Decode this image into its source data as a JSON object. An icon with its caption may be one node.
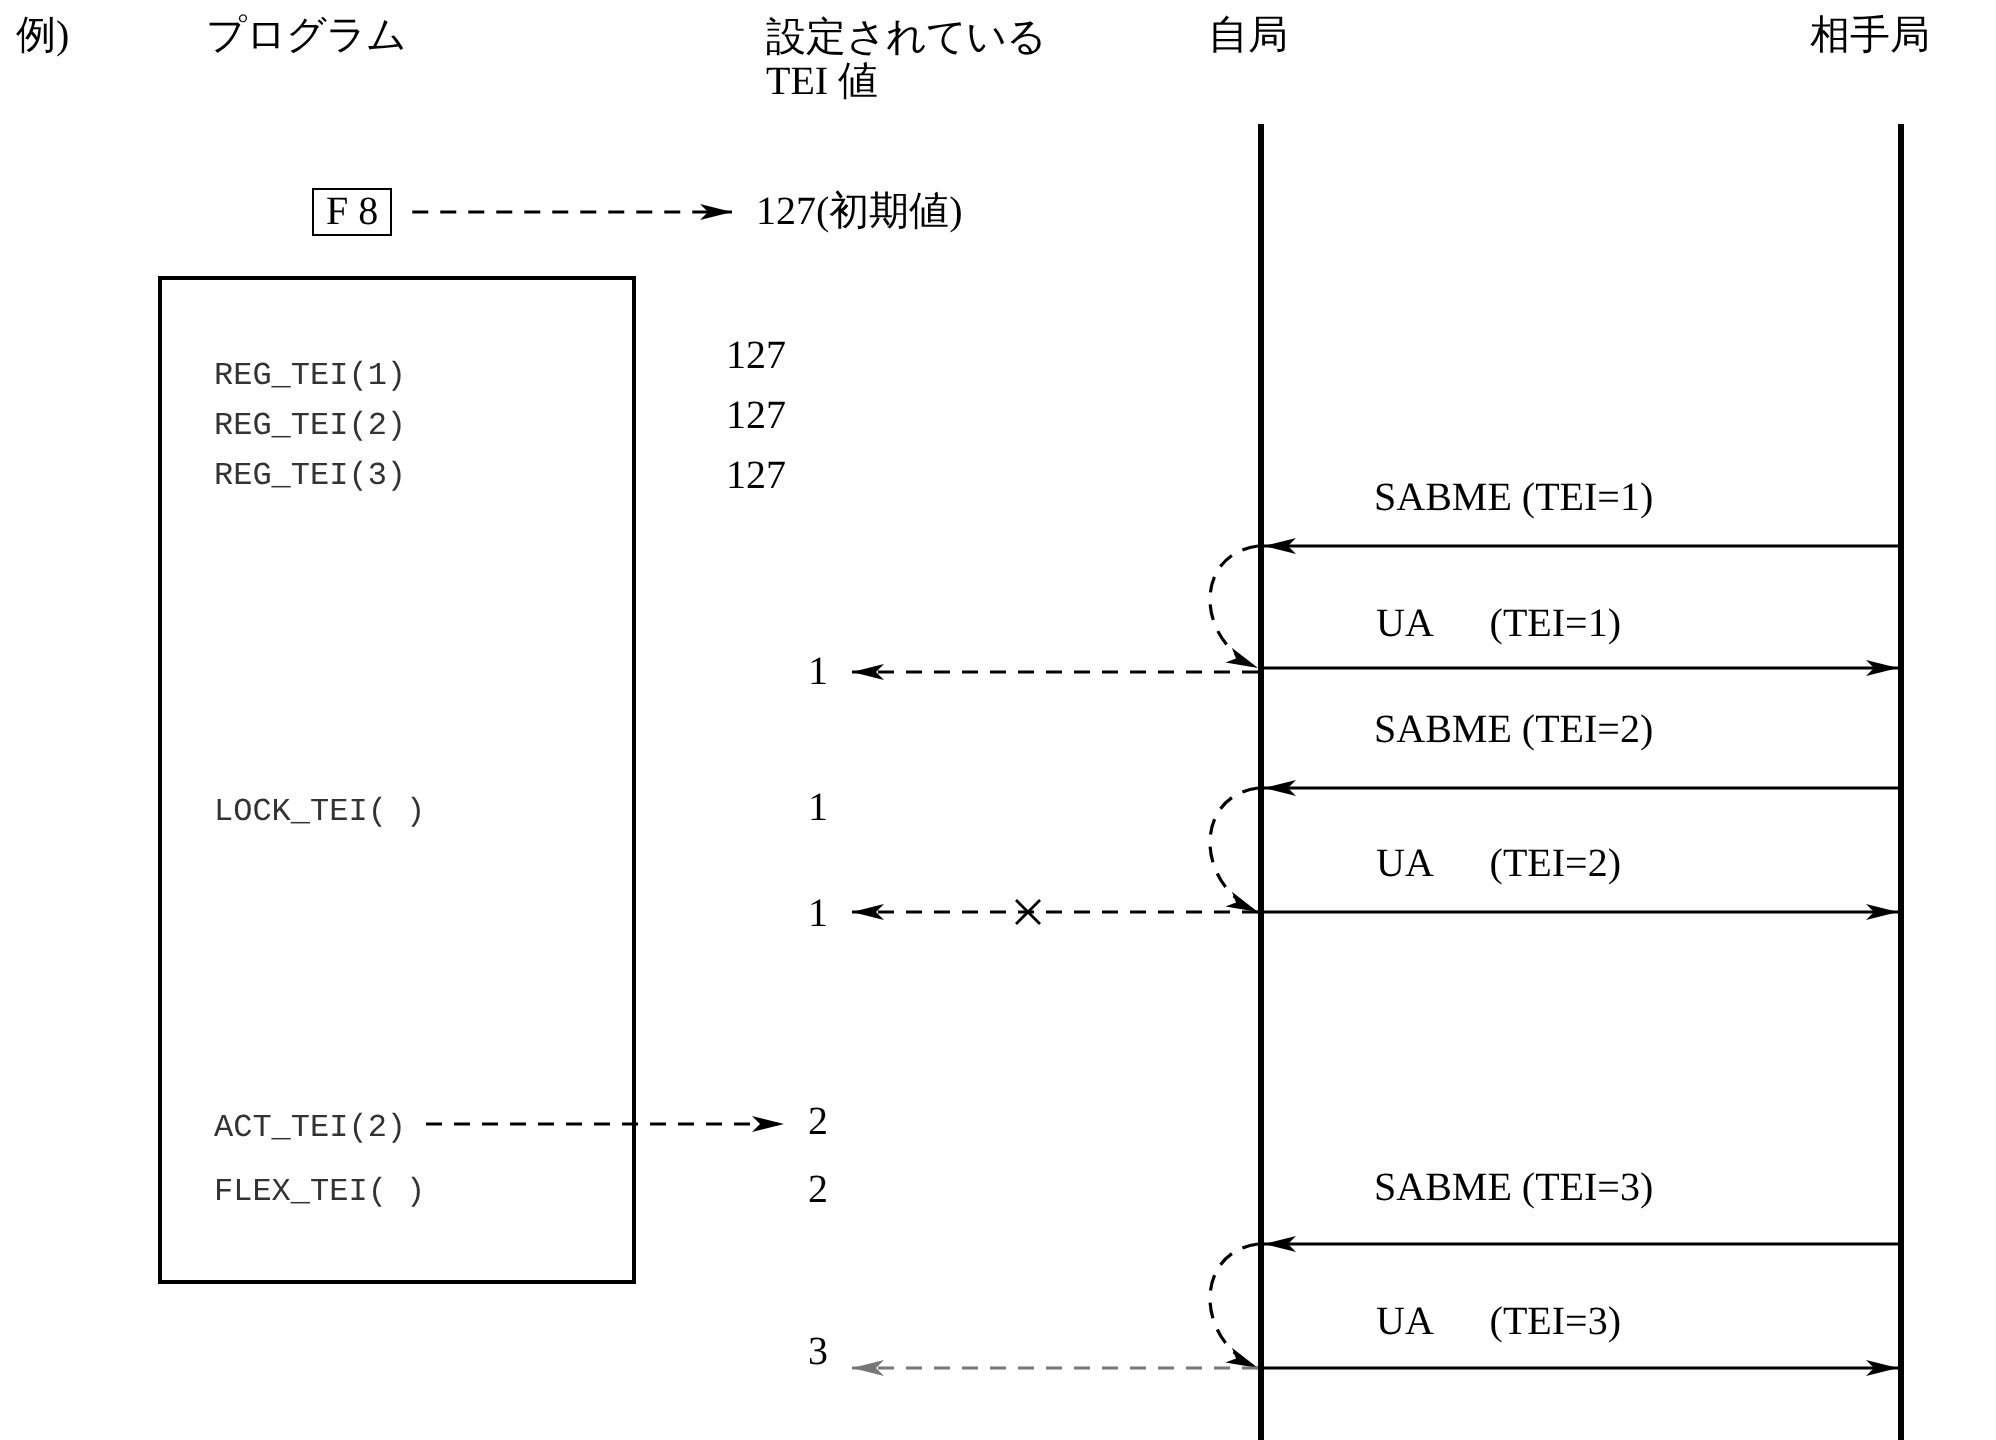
{
  "diagram": {
    "nodes": [
      {
        "text": [
          "F 8"
        ]
      },
      {
        "text": [
          "127(初期値)"
        ]
      },
      {
        "text": [],
        "shape": "bar",
        "beside": [
          "自局"
        ]
      },
      {
        "text": [],
        "shape": "bar",
        "beside": [
          "相手局"
        ]
      },
      {
        "text": [],
        "shape": "box"
      },
      {
        "text": [
          "REG_TEI(1)"
        ],
        "in": 4
      },
      {
        "text": [
          "REG_TEI(2)"
        ],
        "in": 4
      },
      {
        "text": [
          "REG_TEI(3)"
        ],
        "in": 4
      },
      {
        "text": [
          "LOCK_TEI( )"
        ],
        "in": 4
      },
      {
        "text": [
          "ACT_TEI(2)"
        ],
        "in": 4
      },
      {
        "text": [
          "FLEX_TEI( )"
        ],
        "in": 4
      },
      {
        "text": [
          "1"
        ]
      },
      {
        "text": [
          "1"
        ]
      },
      {
        "text": [
          "2"
        ]
      },
      {
        "text": [
          "3"
        ]
      }
    ],
    "edges": [
      {
        "from": 0,
        "to": 1,
        "arrow": "to",
        "style": "dashed"
      },
      {
        "from": 3,
        "to": 2,
        "arrow": "to",
        "label": "SABME (TEI=1)"
      },
      {
        "from": 2,
        "to": 2,
        "arrow": "to",
        "style": "dashed"
      },
      {
        "from": 2,
        "to": 3,
        "arrow": "to",
        "label": "UA (TEI=1)"
      },
      {
        "from": 2,
        "to": 11,
        "arrow": "to",
        "style": "dashed"
      },
      {
        "from": 3,
        "to": 2,
        "arrow": "to",
        "label": "SABME (TEI=2)"
      },
      {
        "from": 2,
        "to": 2,
        "arrow": "to",
        "style": "dashed"
      },
      {
        "from": 2,
        "to": 3,
        "arrow": "to",
        "label": "UA (TEI=2)"
      },
      {
        "from": 2,
        "to": 12,
        "arrow": "to",
        "style": "dashed"
      },
      {
        "from": 9,
        "to": 13,
        "arrow": "to",
        "style": "dashed"
      },
      {
        "from": 3,
        "to": 2,
        "arrow": "to",
        "label": "SABME (TEI=3)"
      },
      {
        "from": 2,
        "to": 2,
        "arrow": "to",
        "style": "dashed"
      },
      {
        "from": 2,
        "to": 3,
        "arrow": "to",
        "label": "UA (TEI=3)"
      },
      {
        "from": 2,
        "to": 14,
        "arrow": "to",
        "style": "dashed",
        "color": "#777777"
      }
    ],
    "labels": [
      "例)",
      "プログラム",
      "設定されている TEI 値",
      "127",
      "127",
      "127",
      "1",
      "2"
    ]
  }
}
